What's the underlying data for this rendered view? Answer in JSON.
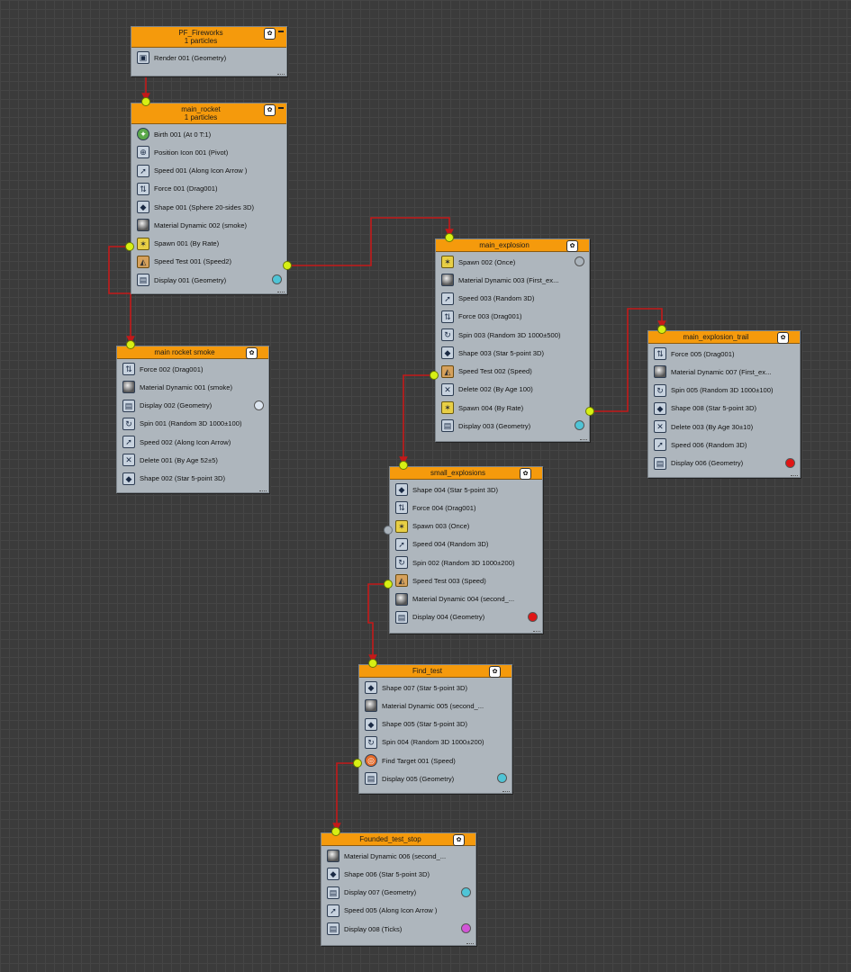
{
  "colors": {
    "header": "#f59a0c",
    "body": "#aeb6bd",
    "wire": "#c41919",
    "port_active": "#d7f014",
    "port_inactive": "#aab3bb"
  },
  "nodes": {
    "pf_fireworks": {
      "title": "PF_Fireworks",
      "subtitle": "1 particles",
      "ops": [
        {
          "icon": "render-icon",
          "label": "Render 001 (Geometry)"
        }
      ]
    },
    "main_rocket": {
      "title": "main_rocket",
      "subtitle": "1 particles",
      "ops": [
        {
          "icon": "birth-icon",
          "label": "Birth 001 (At 0 T:1)"
        },
        {
          "icon": "position-icon",
          "label": "Position Icon 001 (Pivot)"
        },
        {
          "icon": "speed-icon",
          "label": "Speed 001 (Along Icon Arrow )"
        },
        {
          "icon": "force-icon",
          "label": "Force 001 (Drag001)"
        },
        {
          "icon": "shape-icon",
          "label": "Shape 001 (Sphere 20-sides 3D)"
        },
        {
          "icon": "material-icon",
          "label": "Material Dynamic 002 (smoke)"
        },
        {
          "icon": "spawn-icon",
          "label": "Spawn 001 (By Rate)"
        },
        {
          "icon": "speed-test-icon",
          "label": "Speed Test 001 (Speed2)"
        },
        {
          "icon": "display-icon",
          "label": "Display 001 (Geometry)",
          "color": "#4fc4d6"
        }
      ]
    },
    "main_rocket_smoke": {
      "title": "main rocket smoke",
      "ops": [
        {
          "icon": "force-icon",
          "label": "Force 002 (Drag001)"
        },
        {
          "icon": "material-icon",
          "label": "Material Dynamic 001 (smoke)"
        },
        {
          "icon": "display-icon",
          "label": "Display 002 (Geometry)",
          "color": "#dde6f0"
        },
        {
          "icon": "spin-icon",
          "label": "Spin 001 (Random 3D 1000±100)"
        },
        {
          "icon": "speed-icon",
          "label": "Speed 002 (Along Icon Arrow)"
        },
        {
          "icon": "delete-icon",
          "label": "Delete 001 (By Age 52±5)"
        },
        {
          "icon": "shape-icon",
          "label": "Shape 002 (Star 5-point 3D)"
        }
      ]
    },
    "main_explosion": {
      "title": "main_explosion",
      "ops": [
        {
          "icon": "spawn-icon",
          "label": "Spawn 002 (Once)",
          "color": "#aab3bb"
        },
        {
          "icon": "material-icon",
          "label": "Material Dynamic 003 (First_ex..."
        },
        {
          "icon": "speed-icon",
          "label": "Speed 003 (Random 3D)"
        },
        {
          "icon": "force-icon",
          "label": "Force 003 (Drag001)"
        },
        {
          "icon": "spin-icon",
          "label": "Spin 003 (Random 3D 1000±500)"
        },
        {
          "icon": "shape-icon",
          "label": "Shape 003 (Star 5-point 3D)"
        },
        {
          "icon": "speed-test-icon",
          "label": "Speed Test 002 (Speed)"
        },
        {
          "icon": "delete-icon",
          "label": "Delete 002 (By Age 100)"
        },
        {
          "icon": "spawn-icon",
          "label": "Spawn 004 (By Rate)"
        },
        {
          "icon": "display-icon",
          "label": "Display 003 (Geometry)",
          "color": "#4fc4d6"
        }
      ]
    },
    "main_explosion_trail": {
      "title": "main_explosion_trail",
      "ops": [
        {
          "icon": "force-icon",
          "label": "Force 005 (Drag001)"
        },
        {
          "icon": "material-icon",
          "label": "Material Dynamic 007 (First_ex..."
        },
        {
          "icon": "spin-icon",
          "label": "Spin 005 (Random 3D 1000±100)"
        },
        {
          "icon": "shape-icon",
          "label": "Shape 008 (Star 5-point 3D)"
        },
        {
          "icon": "delete-icon",
          "label": "Delete 003 (By Age 30±10)"
        },
        {
          "icon": "speed-icon",
          "label": "Speed 006 (Random 3D)"
        },
        {
          "icon": "display-icon",
          "label": "Display 006 (Geometry)",
          "color": "#e01515"
        }
      ]
    },
    "small_explosions": {
      "title": "small_explosions",
      "ops": [
        {
          "icon": "shape-icon",
          "label": "Shape 004 (Star 5-point 3D)"
        },
        {
          "icon": "force-icon",
          "label": "Force 004 (Drag001)"
        },
        {
          "icon": "spawn-icon",
          "label": "Spawn 003 (Once)"
        },
        {
          "icon": "speed-icon",
          "label": "Speed 004 (Random 3D)"
        },
        {
          "icon": "spin-icon",
          "label": "Spin 002 (Random 3D 1000±200)"
        },
        {
          "icon": "speed-test-icon",
          "label": "Speed Test 003 (Speed)"
        },
        {
          "icon": "material-icon",
          "label": "Material Dynamic 004 (second_..."
        },
        {
          "icon": "display-icon",
          "label": "Display 004 (Geometry)",
          "color": "#e01515"
        }
      ]
    },
    "find_test": {
      "title": "Find_test",
      "ops": [
        {
          "icon": "shape-icon",
          "label": "Shape 007 (Star 5-point 3D)"
        },
        {
          "icon": "material-icon",
          "label": "Material Dynamic 005 (second_..."
        },
        {
          "icon": "shape-icon",
          "label": "Shape 005 (Star 5-point 3D)"
        },
        {
          "icon": "spin-icon",
          "label": "Spin 004 (Random 3D 1000±200)"
        },
        {
          "icon": "find-target-icon",
          "label": "Find Target 001 (Speed)"
        },
        {
          "icon": "display-icon",
          "label": "Display 005 (Geometry)",
          "color": "#4fc4d6"
        }
      ]
    },
    "founded_test_stop": {
      "title": "Founded_test_stop",
      "ops": [
        {
          "icon": "material-icon",
          "label": "Material Dynamic 006 (second_..."
        },
        {
          "icon": "shape-icon",
          "label": "Shape 006 (Star 5-point 3D)"
        },
        {
          "icon": "display-icon",
          "label": "Display 007 (Geometry)",
          "color": "#4fc4d6"
        },
        {
          "icon": "speed-icon",
          "label": "Speed 005 (Along Icon Arrow )"
        },
        {
          "icon": "display-icon",
          "label": "Display 008 (Ticks)",
          "color": "#d355d8"
        }
      ]
    }
  }
}
